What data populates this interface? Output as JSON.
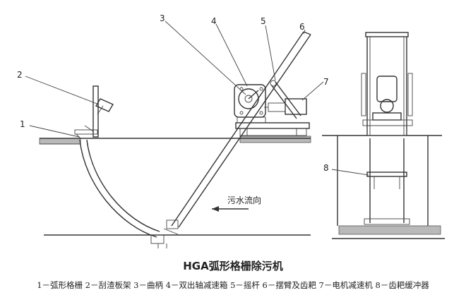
{
  "callouts": [
    "1",
    "2",
    "3",
    "4",
    "5",
    "6",
    "7",
    "8"
  ],
  "flow_label": "污水流向",
  "title": "HGA弧形格栅除污机",
  "legend": "1－弧形格栅  2－刮渣板架  3－曲柄  4－双出轴减速箱  5－摇杆  6－摆臂及齿耙  7－电机减速机  8－齿耙缓冲器",
  "colors": {
    "line": "#333333",
    "fill": "#b9b9b9",
    "background": "#ffffff"
  }
}
